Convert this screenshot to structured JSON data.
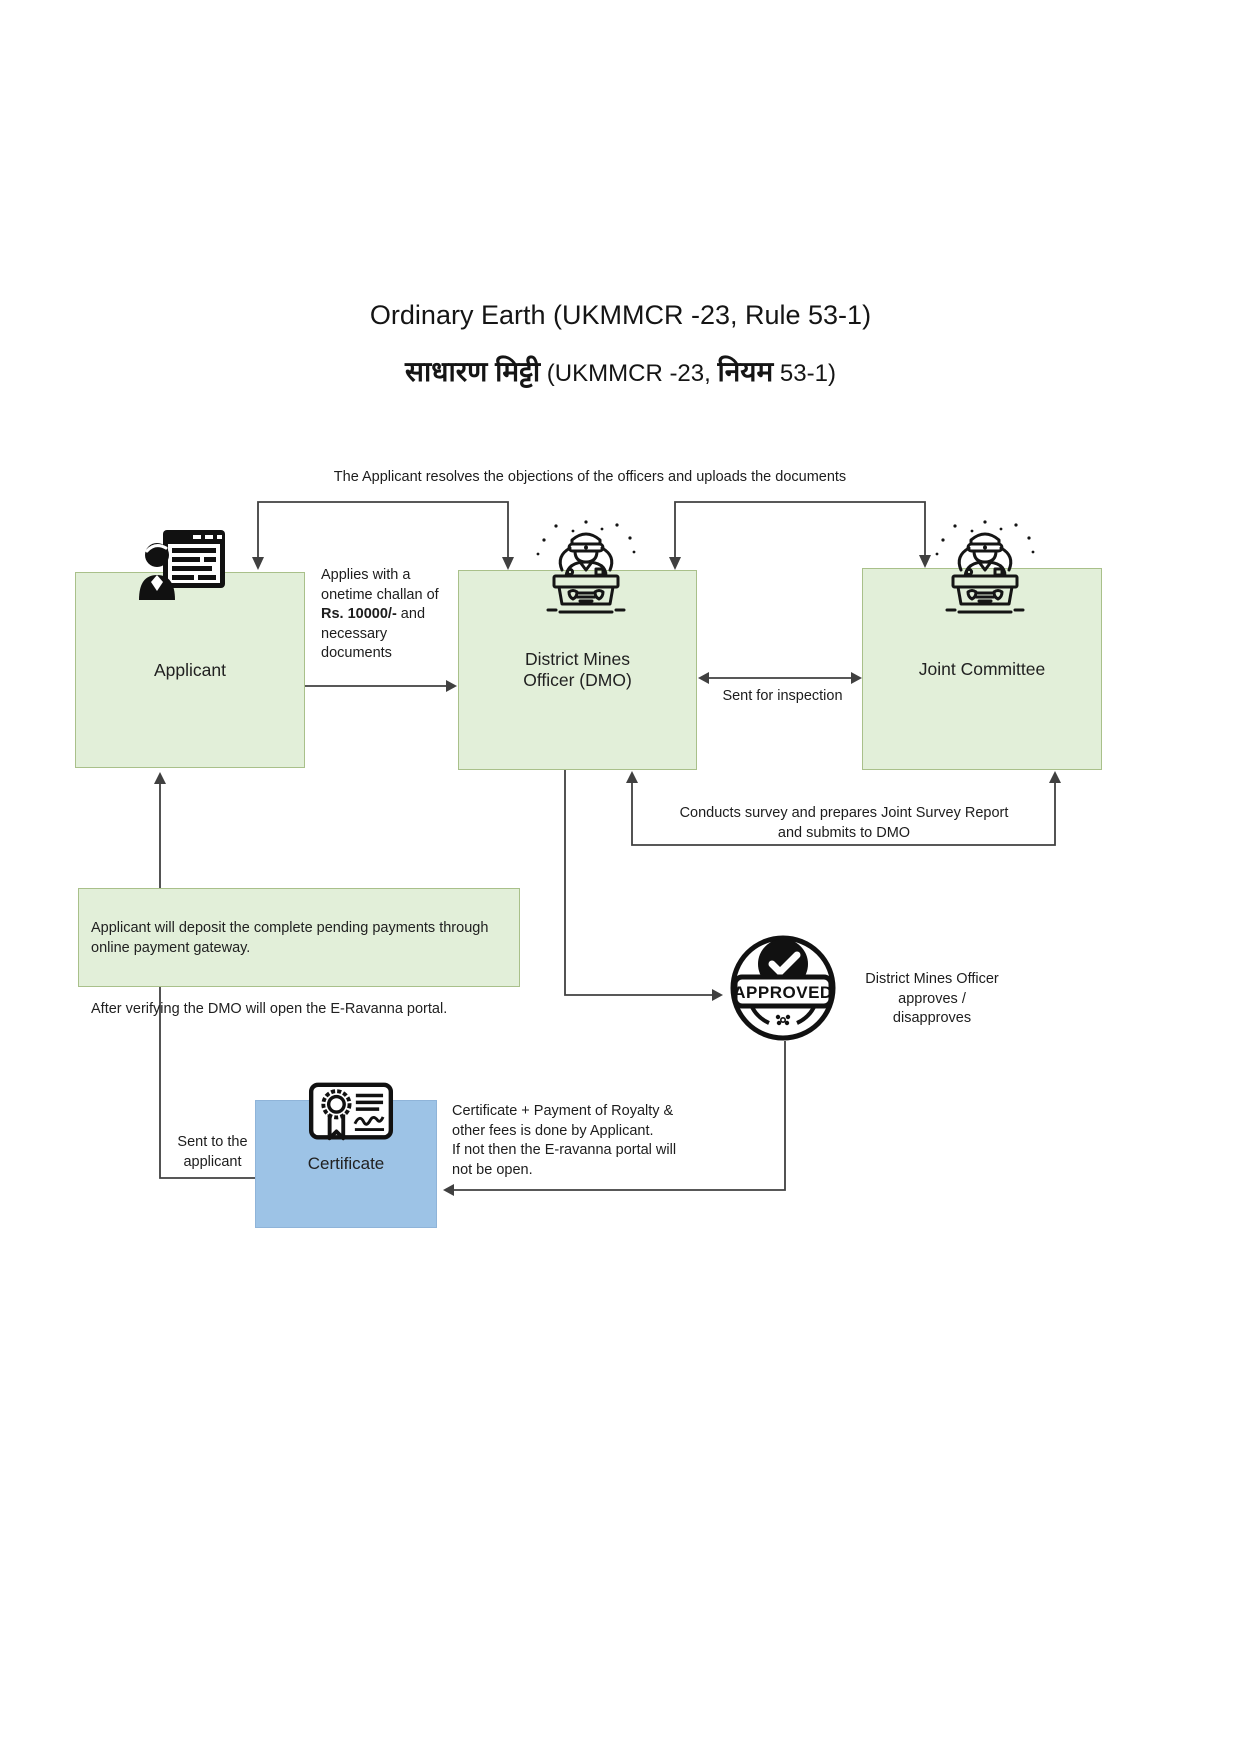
{
  "title": {
    "line1": "Ordinary Earth (UKMMCR -23, Rule 53-1)",
    "line2_hi1": "साधारण मिट्टी",
    "line2_latin1": " (UKMMCR -23, ",
    "line2_hi2": "नियम",
    "line2_latin2": " 53-1)"
  },
  "nodes": {
    "applicant": "Applicant",
    "dmo": "District Mines\nOfficer (DMO)",
    "joint_committee": "Joint Committee",
    "certificate": "Certificate",
    "payment_note_para1": "Applicant will deposit the complete pending payments through online payment gateway.",
    "payment_note_para2": "After verifying the DMO will open the E-Ravanna portal."
  },
  "edges": {
    "resolve_objections": "The Applicant resolves the objections of the officers and uploads the documents",
    "applies_pre": "Applies with a onetime challan of ",
    "applies_bold": "Rs. 10000/-",
    "applies_post": " and necessary documents",
    "sent_for_inspection": "Sent for inspection",
    "survey": "Conducts survey and prepares Joint Survey Report\nand submits to DMO",
    "approval": "District Mines Officer\napproves /\ndisapproves",
    "certificate_payment": "Certificate + Payment of Royalty &\nother fees is done by Applicant.\nIf not then the E-ravanna portal will\nnot be open.",
    "sent_to_applicant": "Sent to the\napplicant"
  },
  "stamp": {
    "text": "APPROVED"
  },
  "icons": {
    "applicant": "person-browser-icon",
    "dmo": "officer-desk-icon",
    "joint_committee": "officer-desk-icon",
    "approval": "approved-stamp-icon",
    "certificate": "certificate-ribbon-icon"
  },
  "colors": {
    "green_fill": "#e2efd9",
    "green_border": "#a9c08a",
    "blue_fill": "#9dc3e6",
    "connector": "#404040",
    "text": "#1f1f1f"
  }
}
